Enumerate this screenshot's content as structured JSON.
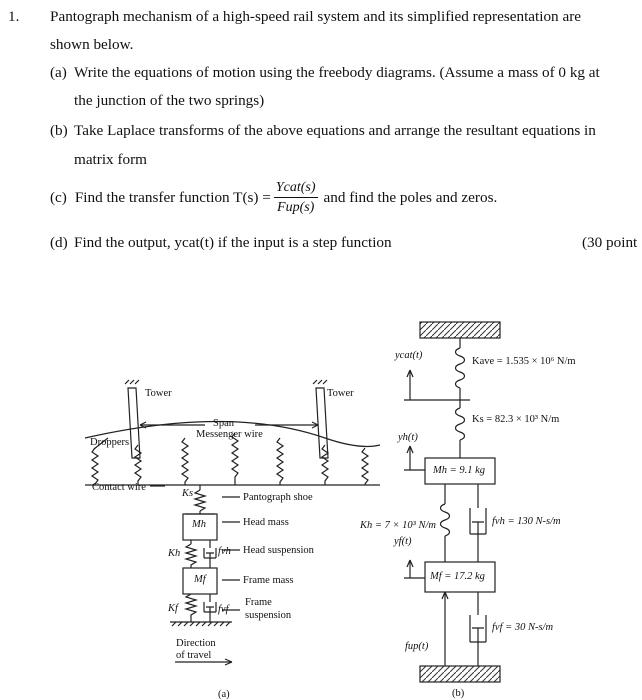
{
  "problem": {
    "number": "1.",
    "intro_line1": "Pantograph mechanism of a high-speed rail system and its simplified representation are",
    "intro_line2": "shown below.",
    "part_a_label": "(a)",
    "part_a_line1": "Write the equations of motion using the freebody diagrams. (Assume a mass of 0 kg at",
    "part_a_line2": "the junction of the two springs)",
    "part_b_label": "(b)",
    "part_b_line1": "Take Laplace transforms of the above equations and arrange the resultant equations in",
    "part_b_line2": "matrix form",
    "part_c_label": "(c)",
    "part_c_prefix": "Find the transfer function T(s) =",
    "part_c_num": "Ycat(s)",
    "part_c_den": "Fup(s)",
    "part_c_suffix": "and find the poles and zeros.",
    "part_d_label": "(d)",
    "part_d_text": "Find the output, ycat(t) if the input is a step function",
    "points": "(30 point"
  },
  "figure_a": {
    "tower_left": "Tower",
    "tower_right": "Tower",
    "span": "Span",
    "messenger_wire": "Messenger wire",
    "droppers": "Droppers",
    "contact_wire": "Contact wire",
    "ks": "Ks",
    "pantograph_shoe": "Pantograph shoe",
    "mh": "Mh",
    "head_mass": "Head mass",
    "kh": "Kh",
    "fvh": "fvh",
    "head_suspension": "Head suspension",
    "mf": "Mf",
    "frame_mass": "Frame mass",
    "kf": "Kf",
    "fvf": "fvf",
    "frame_suspension_1": "Frame",
    "frame_suspension_2": "suspension",
    "direction_1": "Direction",
    "direction_2": "of travel",
    "caption": "(a)"
  },
  "figure_b": {
    "ycat": "ycat(t)",
    "kave": "Kave = 1.535 × 10⁶ N/m",
    "ks": "Ks = 82.3 × 10³ N/m",
    "yh": "yh(t)",
    "mh": "Mh = 9.1 kg",
    "kh": "Kh = 7 × 10³ N/m",
    "fvh": "fvh = 130 N-s/m",
    "yf": "yf(t)",
    "mf": "Mf = 17.2 kg",
    "fvf": "fvf = 30 N-s/m",
    "fup": "fup(t)",
    "caption": "(b)"
  }
}
